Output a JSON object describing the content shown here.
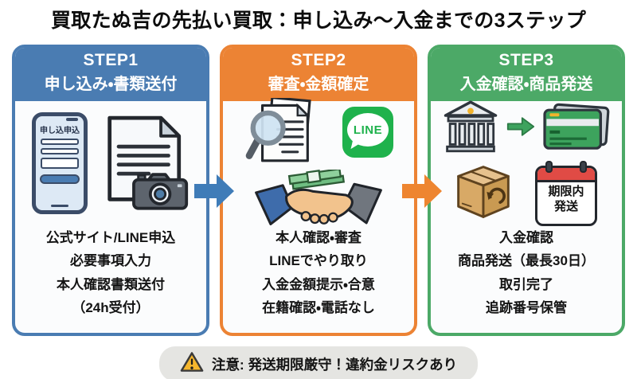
{
  "title": "買取たぬ吉の先払い買取：申し込み〜入金までの3ステップ",
  "steps": [
    {
      "label": "STEP1",
      "title": "申し込み・書類送付",
      "accent": "#4a7cb2",
      "lines": [
        "公式サイト/LINE申込",
        "必要事項入力",
        "本人確認書類送付",
        "（24h受付）"
      ],
      "phone": {
        "screen_title": "申し込申込"
      },
      "icon_names": [
        "smartphone-form-icon",
        "document-camera-icon"
      ]
    },
    {
      "label": "STEP2",
      "title": "審査・金額確定",
      "accent": "#ec8334",
      "lines": [
        "本人確認・審査",
        "LINEでやり取り",
        "入金金額提示・合意",
        "在籍確認・電話なし"
      ],
      "line_app": {
        "logo_text": "LINE",
        "brand_color": "#1fb24c"
      },
      "icon_names": [
        "document-search-icon",
        "line-app-icon",
        "handshake-money-icon"
      ]
    },
    {
      "label": "STEP3",
      "title": "入金確認・商品発送",
      "accent": "#4ca967",
      "lines": [
        "入金確認",
        "商品発送（最長30日）",
        "取引完了",
        "追跡番号保管"
      ],
      "calendar": {
        "line1": "期限内",
        "line2": "発送"
      },
      "icon_names": [
        "bank-icon",
        "transfer-arrow-icon",
        "cash-card-icon",
        "package-box-icon",
        "shipping-deadline-calendar-icon"
      ]
    }
  ],
  "flow_arrows": [
    {
      "direction": "right",
      "color": "#3f7cb8"
    },
    {
      "direction": "right",
      "color": "#ee8530"
    }
  ],
  "footer": {
    "note": "注意: 発送期限厳守！違約金リスクあり",
    "icon_name": "warning-icon",
    "warning_color": "#f5b62d"
  }
}
